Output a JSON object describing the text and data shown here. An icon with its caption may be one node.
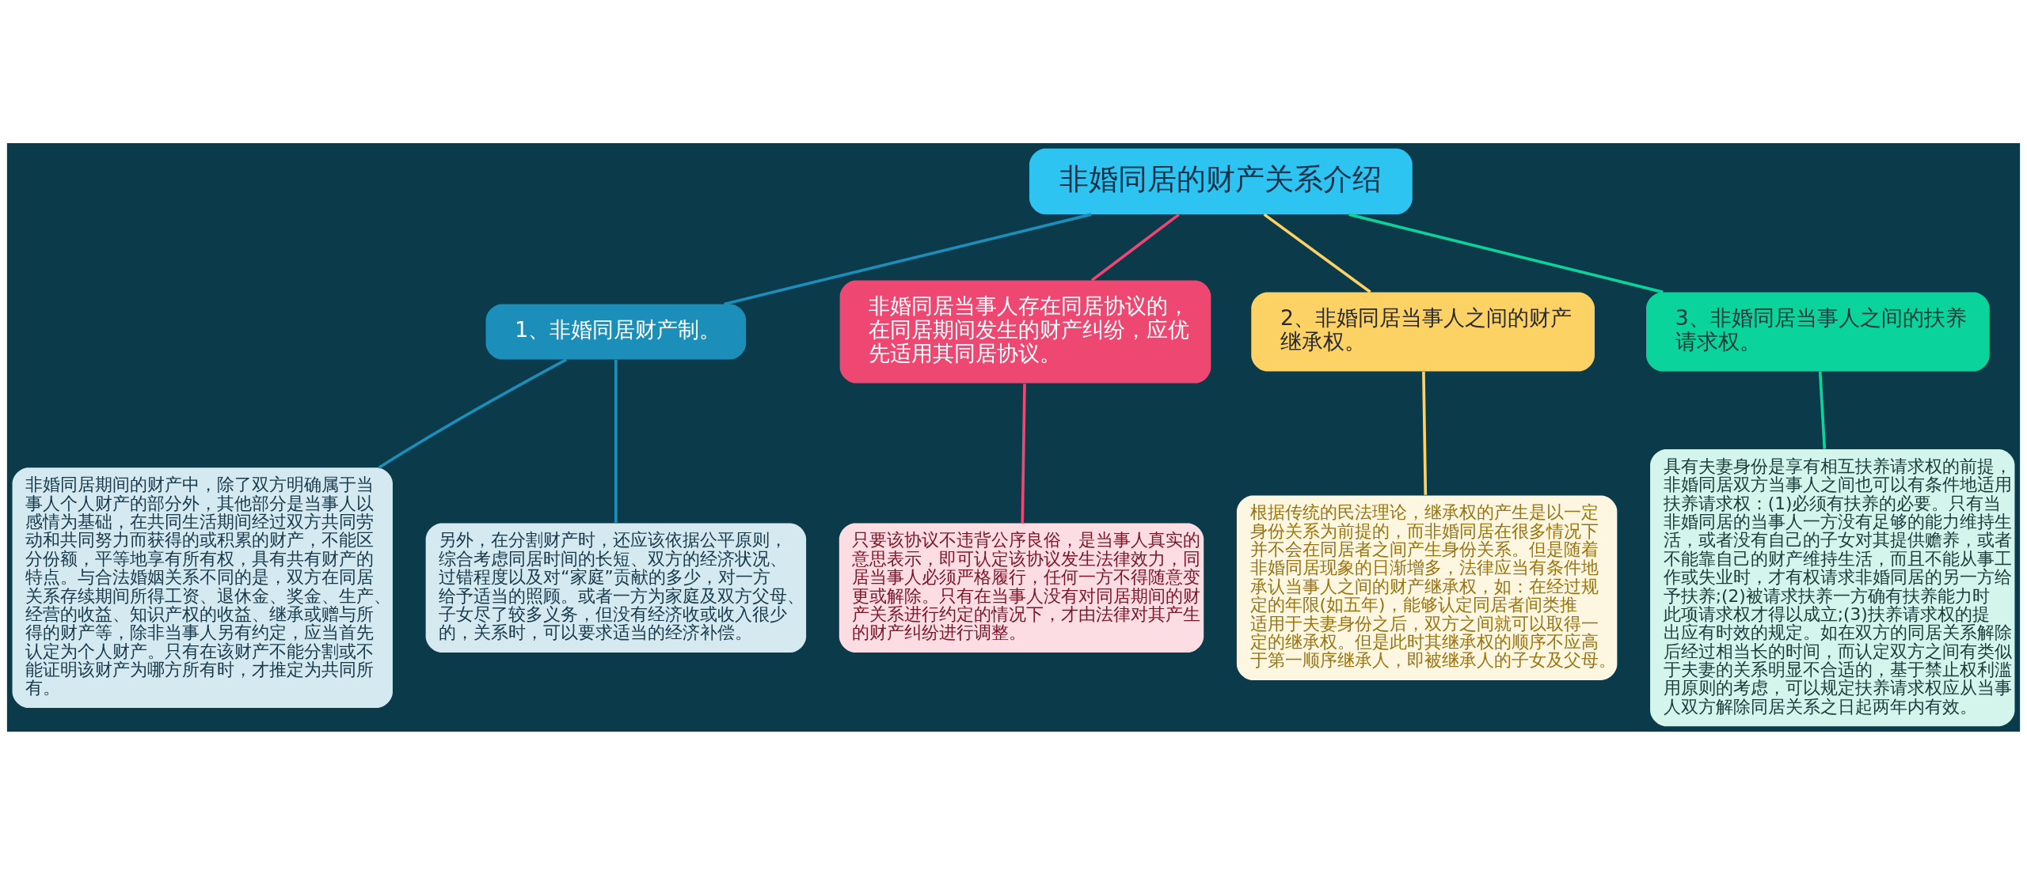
{
  "diagram": {
    "nodes": [
      {
        "text": [
          "非婚同居的财产关系介绍"
        ]
      },
      {
        "text": [
          "1、非婚同居财产制。"
        ]
      },
      {
        "text": [
          "非婚同居期间的财产中，除了双方明确属于当事人个人财产的部分外，其他部分是当事人以感情为基础，在共同生活期间经过双方共同劳动和共同努力而获得的或积累的财产，不能区分份额，平等地享有所有权，具有共有财产的特点。与合法婚姻关系不同的是，双方在同居关系存续期间所得工资、退休金、奖金、生产、经营的收益、知识产权的收益、继承或赠与所得的财产等，除非当事人另有约定，应当首先认定为个人财产。只有在该财产不能分割或不能证明该财产为哪方所有时，才推定为共同所有。"
        ]
      },
      {
        "text": [
          "另外，在分割财产时，还应该依据公平原则，综合考虑同居时间的长短、双方的经济状况、过错程度以及对“家庭”贡献的多少，对一方给予适当的照顾。或者一方为家庭及双方父母、子女尽了较多义务，但没有经济收或收入很少的，关系时，可以要求适当的经济补偿。"
        ]
      },
      {
        "text": [
          "非婚同居当事人存在同居协议的，在同居期间发生的财产纠纷，应优先适用其同居协议。"
        ]
      },
      {
        "text": [
          "只要该协议不违背公序良俗，是当事人真实的意思表示，即可认定该协议发生法律效力，同居当事人必须严格履行，任何一方不得随意变更或解除。只有在当事人没有对同居期间的财产关系进行约定的情况下，才由法律对其产生的财产纠纷进行调整。"
        ]
      },
      {
        "text": [
          "2、非婚同居当事人之间的财产继承权。"
        ]
      },
      {
        "text": [
          "根据传统的民法理论，继承权的产生是以一定身份关系为前提的，而非婚同居在很多情况下并不会在同居者之间产生身份关系。但是随着非婚同居现象的日渐增多，法律应当有条件地承认当事人之间的财产继承权，如：在经过规定的年限(如五年)，能够认定同居者间类推适用于夫妻身份之后，双方之间就可以取得一定的继承权。但是此时其继承权的顺序不应高于第一顺序继承人，即被继承人的子女及父母。"
        ]
      },
      {
        "text": [
          "3、非婚同居当事人之间的扶养请求权。"
        ]
      },
      {
        "text": [
          "具有夫妻身份是享有相互扶养请求权的前提，非婚同居双方当事人之间也可以有条件地适用扶养请求权：(1)必须有扶养的必要。只有当非婚同居的当事人一方没有足够的能力维持生活，或者没有自己的子女对其提供赡养，或者不能靠自己的财产维持生活，而且不能从事工作或失业时，才有权请求非婚同居的另一方给予扶养;(2)被请求扶养一方确有扶养能力时此项请求权才得以成立;(3)扶养请求权的提出应有时效的规定。如在双方的同居关系解除后经过相当长的时间，而认定双方之间有类似于夫妻的关系明显不合适的，基于禁止权利滥用原则的考虑，可以规定扶养请求权应从当事人双方解除同居关系之日起两年内有效。"
        ]
      }
    ],
    "edges": [
      {
        "from": 0,
        "to": 1,
        "arrow": "none",
        "color": "#1b8fb9"
      },
      {
        "from": 1,
        "to": 2,
        "arrow": "none",
        "color": "#1b8fb9"
      },
      {
        "from": 1,
        "to": 3,
        "arrow": "none",
        "color": "#1b8fb9"
      },
      {
        "from": 0,
        "to": 4,
        "arrow": "none",
        "color": "#ee4771"
      },
      {
        "from": 4,
        "to": 5,
        "arrow": "none",
        "color": "#ee4771"
      },
      {
        "from": 0,
        "to": 6,
        "arrow": "none",
        "color": "#fdd265"
      },
      {
        "from": 6,
        "to": 7,
        "arrow": "none",
        "color": "#fdd265"
      },
      {
        "from": 0,
        "to": 8,
        "arrow": "none",
        "color": "#0ad49b"
      },
      {
        "from": 8,
        "to": 9,
        "arrow": "none",
        "color": "#0ad49b"
      }
    ]
  }
}
